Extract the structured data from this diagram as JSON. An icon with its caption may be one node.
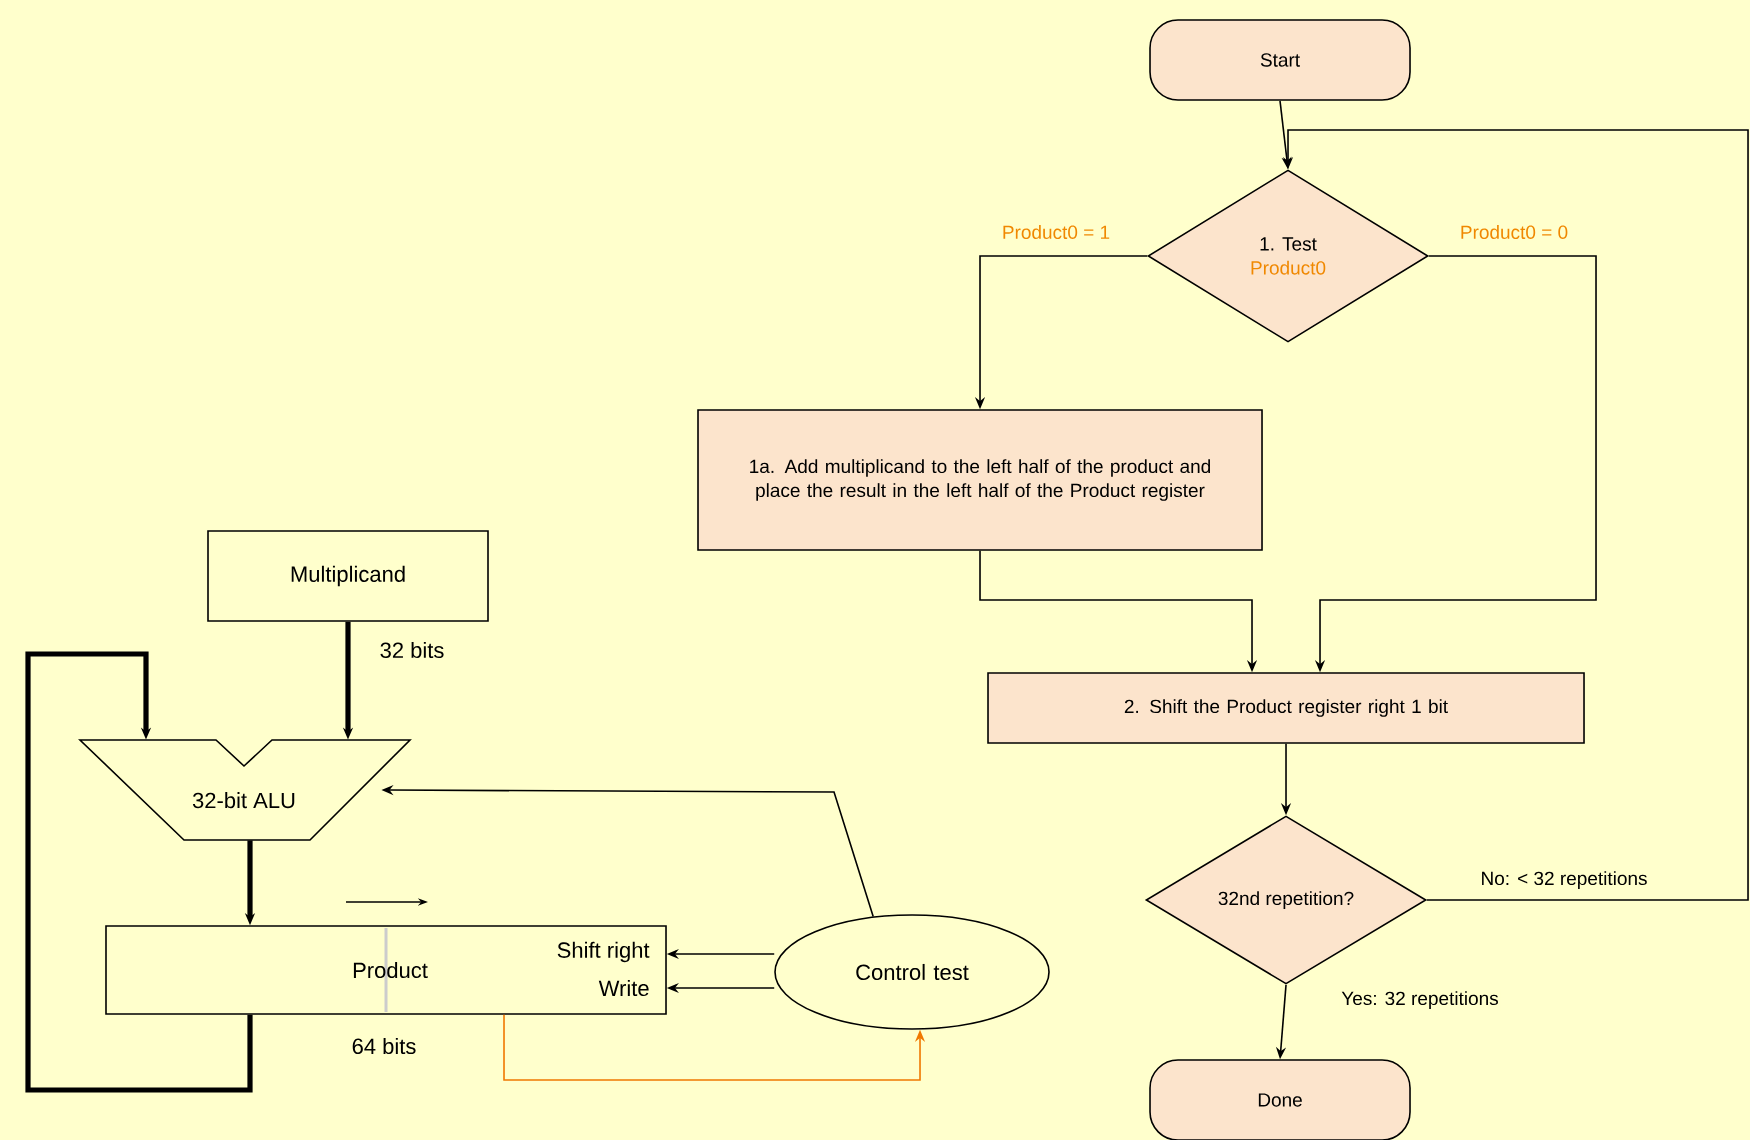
{
  "diagram": {
    "nodes": [
      {
        "text": [
          "Start"
        ]
      },
      {
        "text": [
          "1. Test",
          "Product0"
        ]
      },
      {
        "text": [
          "1a. Add multiplicand to the left half of the product and place the result in the left half of the Product register"
        ]
      },
      {
        "text": [
          "2. Shift the Product register right 1 bit"
        ]
      },
      {
        "text": [
          "32nd repetition?"
        ]
      },
      {
        "text": [
          "Done"
        ]
      },
      {
        "text": [
          "Multiplicand"
        ]
      },
      {
        "text": [
          "32-bit ALU"
        ]
      },
      {
        "text": [
          "Product",
          "Shift right",
          "Write"
        ],
        "beside": [
          "64 bits"
        ]
      },
      {
        "text": [
          "Control test"
        ]
      }
    ],
    "edges": [
      {
        "from": 0,
        "to": 1,
        "arrow": "to"
      },
      {
        "from": 1,
        "to": 2,
        "arrow": "to",
        "label": "Product0 = 1"
      },
      {
        "from": 1,
        "to": 3,
        "arrow": "to",
        "label": "Product0 = 0"
      },
      {
        "from": 2,
        "to": 3,
        "arrow": "to"
      },
      {
        "from": 3,
        "to": 4,
        "arrow": "to"
      },
      {
        "from": 4,
        "to": 5,
        "arrow": "to",
        "label": "Yes: 32 repetitions"
      },
      {
        "from": 4,
        "to": 1,
        "arrow": "to",
        "label": "No: < 32 repetitions"
      },
      {
        "from": 6,
        "to": 7,
        "arrow": "to",
        "label": "32 bits",
        "style": "thick"
      },
      {
        "from": 8,
        "to": 7,
        "arrow": "to",
        "style": "thick"
      },
      {
        "from": 7,
        "to": 8,
        "arrow": "to",
        "style": "thick"
      },
      {
        "from": 9,
        "to": 7,
        "arrow": "to"
      },
      {
        "from": 9,
        "to": 8,
        "arrow": "to"
      },
      {
        "from": 9,
        "to": 8,
        "arrow": "to"
      },
      {
        "from": 8,
        "to": 9,
        "arrow": "to",
        "color": "#f07800"
      }
    ]
  }
}
